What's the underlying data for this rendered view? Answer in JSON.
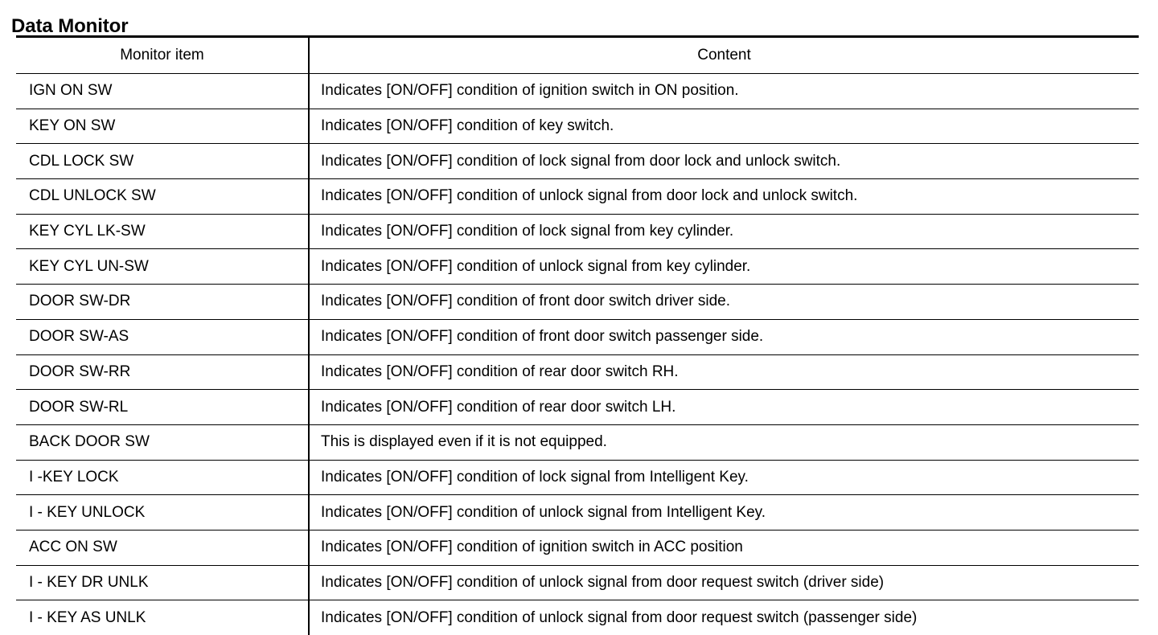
{
  "document": {
    "title": "Data Monitor"
  },
  "table": {
    "headers": {
      "monitor_item": "Monitor item",
      "content": "Content"
    },
    "rows": [
      {
        "item": "IGN ON SW",
        "content": "Indicates [ON/OFF] condition of ignition switch in ON position."
      },
      {
        "item": "KEY ON SW",
        "content": "Indicates [ON/OFF] condition of key switch."
      },
      {
        "item": "CDL LOCK SW",
        "content": "Indicates [ON/OFF] condition of lock signal from door lock and unlock switch."
      },
      {
        "item": "CDL UNLOCK SW",
        "content": "Indicates [ON/OFF] condition of unlock signal from door lock and unlock switch."
      },
      {
        "item": "KEY CYL LK-SW",
        "content": "Indicates [ON/OFF] condition of lock signal from key cylinder."
      },
      {
        "item": "KEY CYL UN-SW",
        "content": "Indicates [ON/OFF] condition of unlock signal from key cylinder."
      },
      {
        "item": "DOOR SW-DR",
        "content": "Indicates [ON/OFF] condition of front door switch driver side."
      },
      {
        "item": "DOOR SW-AS",
        "content": "Indicates [ON/OFF] condition of front door switch passenger side."
      },
      {
        "item": "DOOR SW-RR",
        "content": "Indicates [ON/OFF] condition of rear door switch RH."
      },
      {
        "item": "DOOR SW-RL",
        "content": "Indicates [ON/OFF] condition of rear door switch LH."
      },
      {
        "item": "BACK DOOR SW",
        "content": "This is displayed even if it is not equipped."
      },
      {
        "item": "I -KEY LOCK",
        "content": "Indicates [ON/OFF] condition of lock signal from Intelligent Key."
      },
      {
        "item": "I - KEY UNLOCK",
        "content": "Indicates [ON/OFF] condition of unlock signal from Intelligent Key."
      },
      {
        "item": "ACC ON SW",
        "content": "Indicates [ON/OFF] condition of ignition switch in ACC position"
      },
      {
        "item": "I - KEY DR UNLK",
        "content": "Indicates [ON/OFF] condition of unlock signal from door request switch (driver side)"
      },
      {
        "item": "I - KEY AS UNLK",
        "content": "Indicates [ON/OFF] condition of unlock signal from door request switch (passenger side)"
      }
    ]
  }
}
